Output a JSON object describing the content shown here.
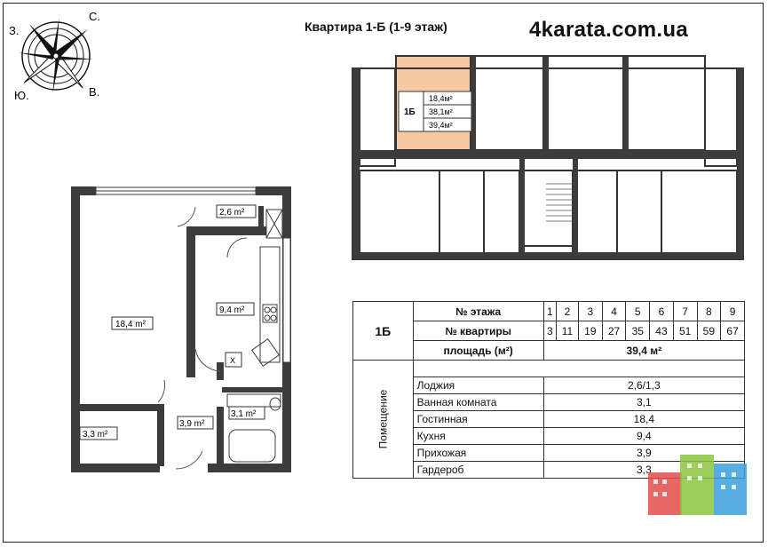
{
  "header": {
    "title": "Квартира 1-Б (1-9 этаж)",
    "site": "4karata.com.ua"
  },
  "compass": {
    "n": "С.",
    "w": "З.",
    "s": "Ю.",
    "e": "В."
  },
  "floor_plan": {
    "rooms": {
      "living": "18,4 m²",
      "loggia": "2,6 m²",
      "kitchen": "9,4 m²",
      "wardrobe": "3,3 m²",
      "hall": "3,9 m²",
      "bath": "3,1 m²",
      "x_mark": "X"
    }
  },
  "building_plan": {
    "apt_code": "1Б",
    "areas": [
      "18,4м²",
      "38,1м²",
      "39,4м²"
    ],
    "highlight_color": "#f5c9a4"
  },
  "table": {
    "apt_code": "1Б",
    "floor_label": "№ этажа",
    "apt_label": "№ квартиры",
    "area_label": "площадь (м²)",
    "floors": [
      "1",
      "2",
      "3",
      "4",
      "5",
      "6",
      "7",
      "8",
      "9"
    ],
    "apartments": [
      "3",
      "11",
      "19",
      "27",
      "35",
      "43",
      "51",
      "59",
      "67"
    ],
    "total_area": "39,4 м²",
    "group_label": "Помещение",
    "rooms": [
      {
        "name": "Лоджия",
        "value": "2,6/1,3"
      },
      {
        "name": "Ванная комната",
        "value": "3,1"
      },
      {
        "name": "Гостинная",
        "value": "18,4"
      },
      {
        "name": "Кухня",
        "value": "9,4"
      },
      {
        "name": "Прихожая",
        "value": "3,9"
      },
      {
        "name": "Гардероб",
        "value": "3,3"
      }
    ]
  },
  "logo_colors": [
    "#e34b4b",
    "#8cc63f",
    "#3aa0dc"
  ]
}
